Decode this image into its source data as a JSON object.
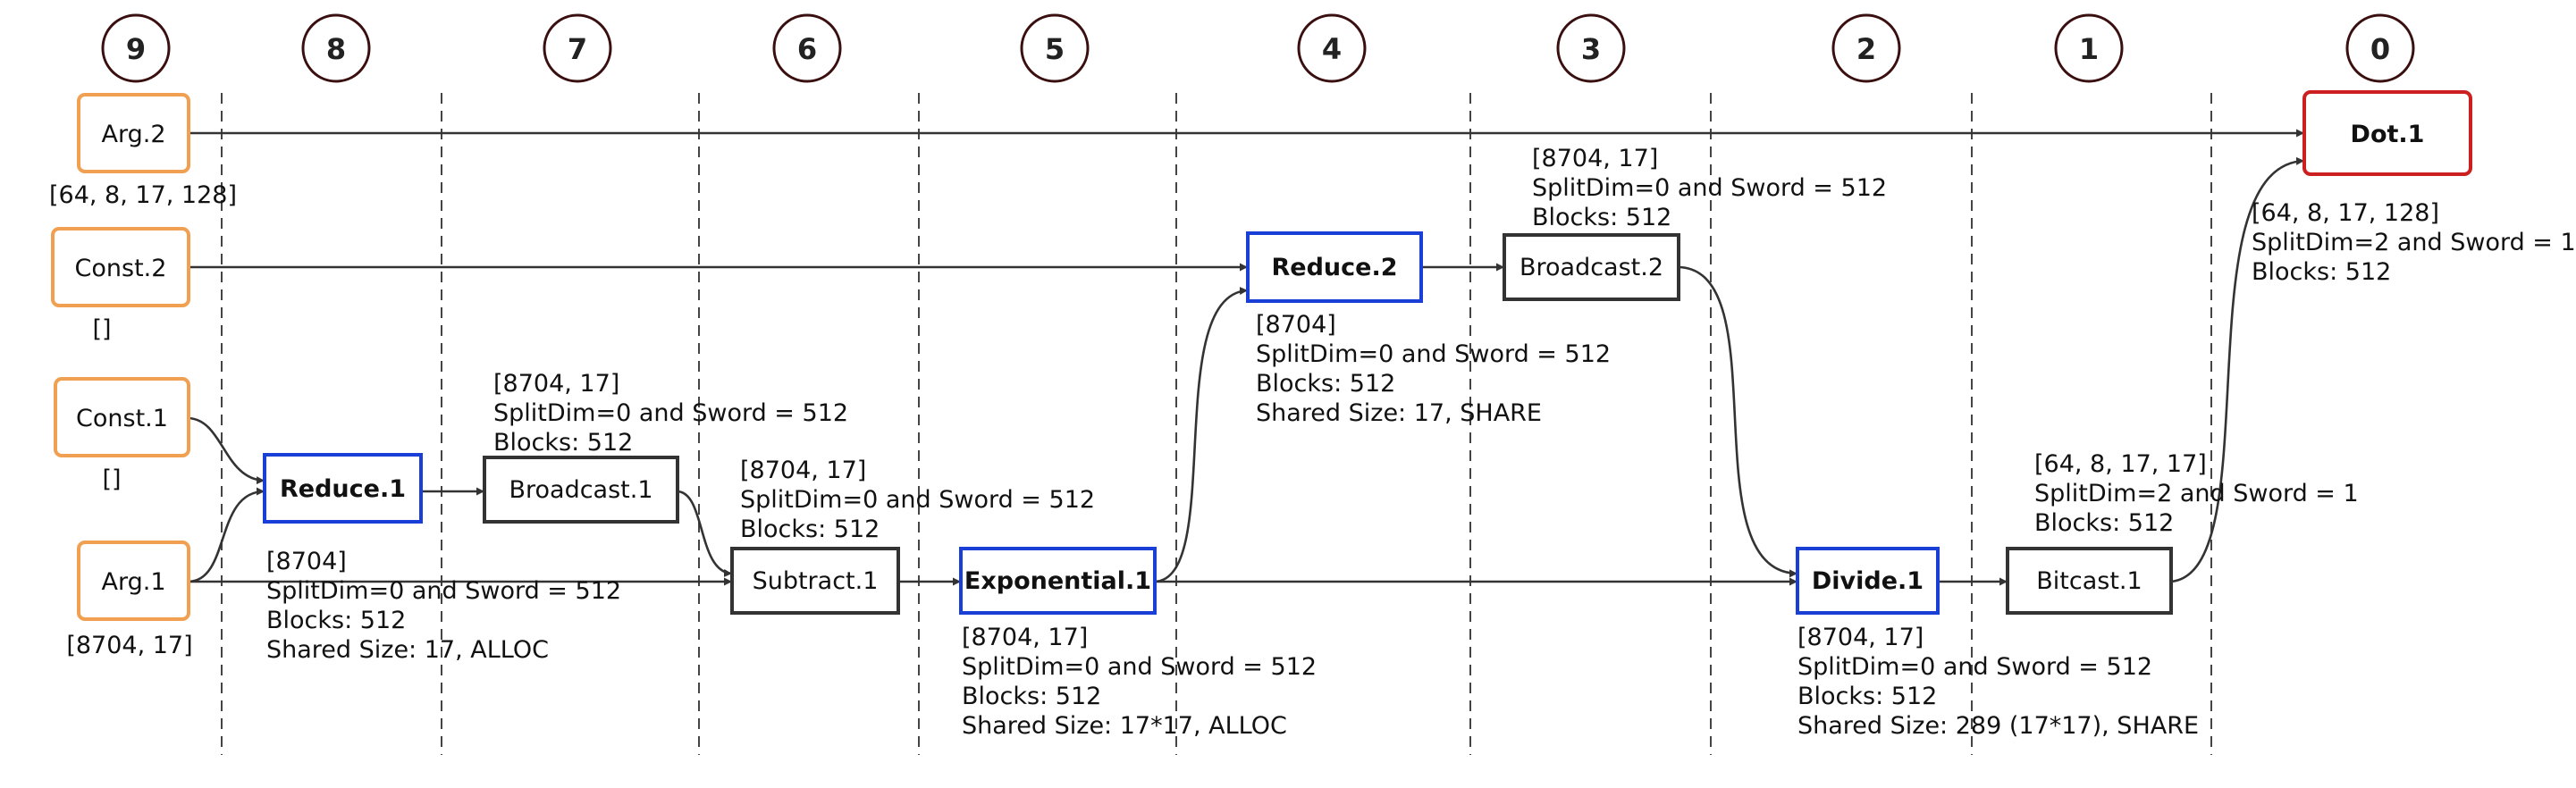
{
  "stages": [
    "9",
    "8",
    "7",
    "6",
    "5",
    "4",
    "3",
    "2",
    "1",
    "0"
  ],
  "nodes": {
    "arg2": "Arg.2",
    "const2": "Const.2",
    "const1": "Const.1",
    "arg1": "Arg.1",
    "reduce1": "Reduce.1",
    "broadcast1": "Broadcast.1",
    "subtract1": "Subtract.1",
    "exponential1": "Exponential.1",
    "reduce2": "Reduce.2",
    "broadcast2": "Broadcast.2",
    "divide1": "Divide.1",
    "bitcast1": "Bitcast.1",
    "dot1": "Dot.1"
  },
  "shapes": {
    "arg2": "[64, 8, 17, 128]",
    "const2": "[]",
    "const1": "[]",
    "arg1": "[8704, 17]"
  },
  "annotations": {
    "reduce1": [
      "[8704]",
      "SplitDim=0 and Sword = 512",
      "Blocks: 512",
      "Shared Size: 17, ALLOC"
    ],
    "broadcast1": [
      "[8704, 17]",
      "SplitDim=0 and Sword = 512",
      "Blocks: 512"
    ],
    "subtract1": [
      "[8704, 17]",
      "SplitDim=0 and Sword = 512",
      "Blocks: 512"
    ],
    "exponential1": [
      "[8704, 17]",
      "SplitDim=0 and Sword = 512",
      "Blocks: 512",
      "Shared Size: 17*17, ALLOC"
    ],
    "reduce2": [
      "[8704]",
      "SplitDim=0 and Sword = 512",
      "Blocks: 512",
      "Shared Size: 17, SHARE"
    ],
    "broadcast2": [
      "[8704, 17]",
      "SplitDim=0 and Sword = 512",
      "Blocks: 512"
    ],
    "divide1": [
      "[8704, 17]",
      "SplitDim=0 and Sword = 512",
      "Blocks: 512",
      "Shared Size: 289 (17*17), SHARE"
    ],
    "bitcast1": [
      "[64, 8, 17, 17]",
      "SplitDim=2 and Sword = 1",
      "Blocks: 512"
    ],
    "dot1": [
      "[64, 8, 17, 128]",
      "SplitDim=2 and Sword = 1",
      "Blocks: 512"
    ]
  },
  "colors": {
    "input_border": "#f0a050",
    "fused_border": "#1a3fd6",
    "plain_border": "#333333",
    "output_border": "#cc1f1f",
    "stage_circle": "#3a0f0f"
  }
}
